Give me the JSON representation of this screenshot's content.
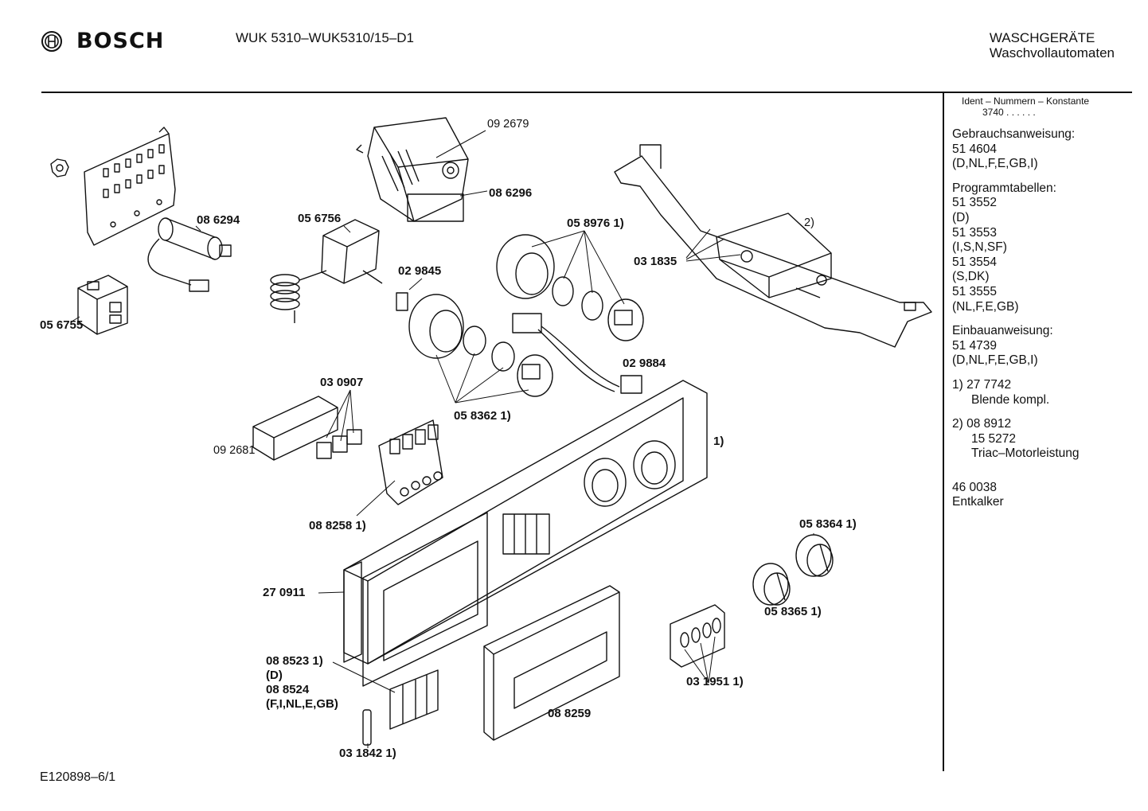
{
  "header": {
    "brand": "BOSCH",
    "model": "WUK 5310–WUK5310/15–D1",
    "category_line1": "WASCHGERÄTE",
    "category_line2": "Waschvollautomaten"
  },
  "sidebar": {
    "ident_label": "Ident – Nummern – Konstante",
    "ident_value": "3740 . .  . . . .",
    "gebrauch_title": "Gebrauchsanweisung:",
    "gebrauch_lines": [
      "51 4604",
      "(D,NL,F,E,GB,I)"
    ],
    "programm_title": "Programmtabellen:",
    "programm_lines": [
      "51 3552",
      "(D)",
      "51 3553",
      "(I,S,N,SF)",
      "51 3554",
      "(S,DK)",
      "51 3555",
      "(NL,F,E,GB)"
    ],
    "einbau_title": "Einbauanweisung:",
    "einbau_lines": [
      "51 4739",
      "(D,NL,F,E,GB,I)"
    ],
    "note1_line1": "1)  27 7742",
    "note1_line2": "Blende kompl.",
    "note2_line1": "2)  08 8912",
    "note2_line2": "15 5272",
    "note2_line3": "Triac–Motorleistung",
    "extra_line1": "46 0038",
    "extra_line2": "Entkalker"
  },
  "parts": {
    "p092679": "09 2679",
    "p086296": "08 6296",
    "p086294": "08 6294",
    "p056756": "05 6756",
    "p056755": "05 6755",
    "p029845": "02 9845",
    "p058976": "05 8976 1)",
    "p031835": "03 1835",
    "note2": "2)",
    "p029884": "02 9884",
    "p030907": "03 0907",
    "p092681": "09 2681",
    "p058362": "05 8362 1)",
    "note1": "1)",
    "p088258": "08 8258 1)",
    "p058364": "05 8364 1)",
    "p058365": "05 8365 1)",
    "p270911": "27 0911",
    "p088523": "08 8523 1)",
    "p088523_d": "(D)",
    "p088524": "08 8524",
    "p088524_c": "(F,I,NL,E,GB)",
    "p031842": "03 1842 1)",
    "p088259": "08 8259",
    "p031951": "03 1951 1)"
  },
  "footer": {
    "code": "E120898–6/1"
  }
}
